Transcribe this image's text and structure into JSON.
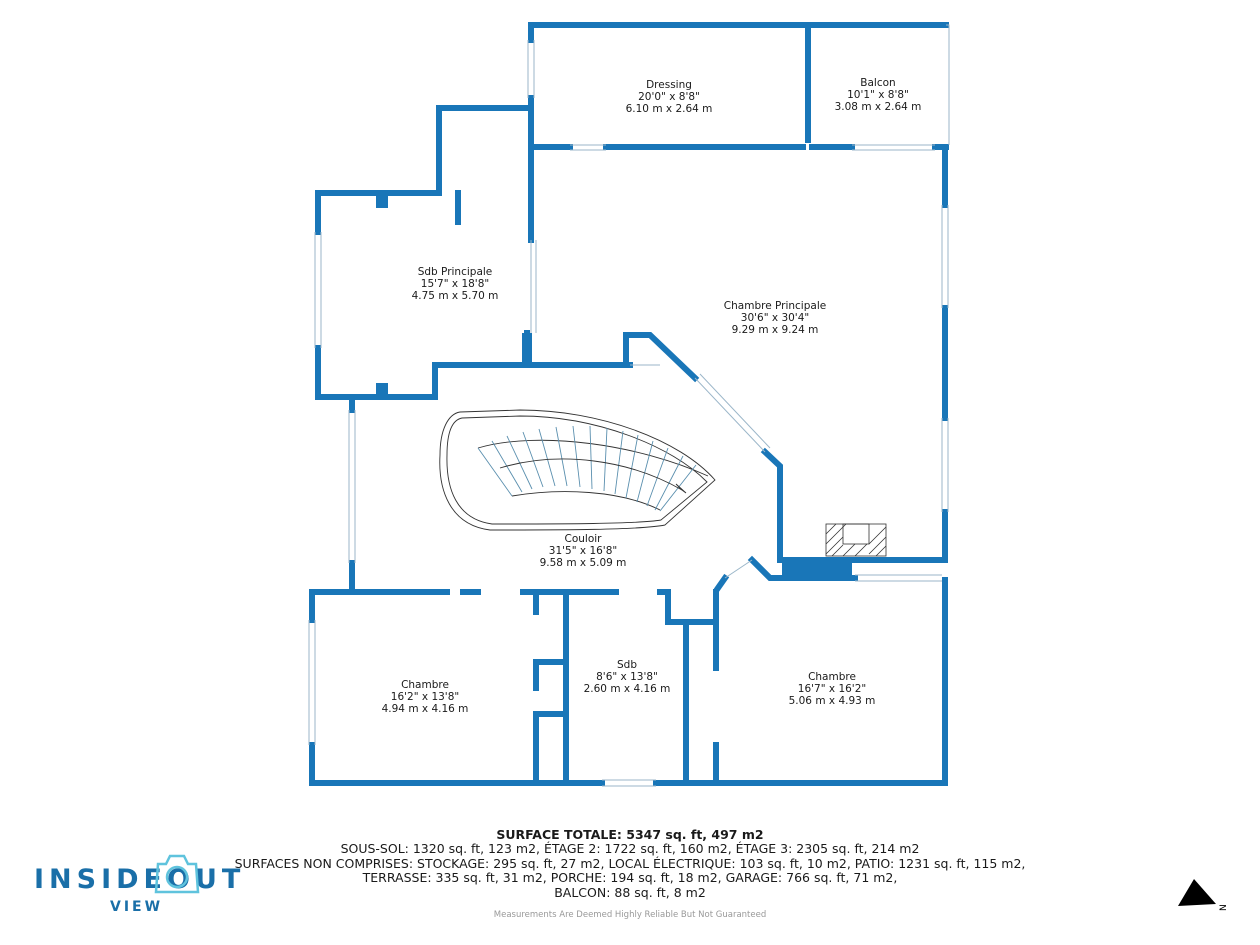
{
  "colors": {
    "wall": "#1976b8",
    "text": "#1a1a1a",
    "logo": "#1a6fa8",
    "logo_accent": "#5fc3dd",
    "disclaimer": "#999999"
  },
  "rooms": [
    {
      "id": "dressing",
      "name": "Dressing",
      "imperial": "20'0\" x 8'8\"",
      "metric": "6.10 m x 2.64 m"
    },
    {
      "id": "balcon",
      "name": "Balcon",
      "imperial": "10'1\" x 8'8\"",
      "metric": "3.08 m x 2.64 m"
    },
    {
      "id": "sdb-principale",
      "name": "Sdb Principale",
      "imperial": "15'7\" x 18'8\"",
      "metric": "4.75 m x 5.70 m"
    },
    {
      "id": "chambre-principale",
      "name": "Chambre Principale",
      "imperial": "30'6\" x 30'4\"",
      "metric": "9.29 m x 9.24 m"
    },
    {
      "id": "couloir",
      "name": "Couloir",
      "imperial": "31'5\" x 16'8\"",
      "metric": "9.58 m x 5.09 m"
    },
    {
      "id": "chambre-1",
      "name": "Chambre",
      "imperial": "16'2\" x 13'8\"",
      "metric": "4.94 m x 4.16 m"
    },
    {
      "id": "sdb",
      "name": "Sdb",
      "imperial": "8'6\" x 13'8\"",
      "metric": "2.60 m x 4.16 m"
    },
    {
      "id": "chambre-2",
      "name": "Chambre",
      "imperial": "16'7\" x 16'2\"",
      "metric": "5.06 m x 4.93 m"
    }
  ],
  "footer": {
    "total": "SURFACE TOTALE: 5347 sq. ft, 497 m2",
    "line1": "SOUS-SOL: 1320 sq. ft, 123 m2, ÉTAGE 2: 1722 sq. ft, 160 m2, ÉTAGE 3: 2305 sq. ft, 214 m2",
    "line2": "SURFACES NON COMPRISES: STOCKAGE: 295 sq. ft, 27 m2, LOCAL ÉLECTRIQUE: 103 sq. ft, 10 m2, PATIO: 1231 sq. ft, 115 m2,",
    "line3": "TERRASSE: 335 sq. ft, 31 m2, PORCHE: 194 sq. ft, 18 m2, GARAGE: 766 sq. ft, 71 m2,",
    "line4": "BALCON: 88 sq. ft, 8 m2",
    "disclaimer": "Measurements Are Deemed Highly Reliable But Not Guaranteed"
  },
  "logo": {
    "word": "INSIDEOUT",
    "sub": "VIEW"
  },
  "compass": {
    "label": "N"
  }
}
